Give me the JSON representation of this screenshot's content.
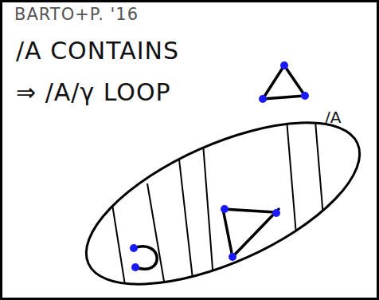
{
  "diagram": {
    "title": "BARTO+P. '16",
    "nodes": [
      {
        "text": [
          "/A"
        ]
      }
    ],
    "labels": [
      "/A CONTAINS",
      "⇒ /A/γ LOOP"
    ]
  }
}
